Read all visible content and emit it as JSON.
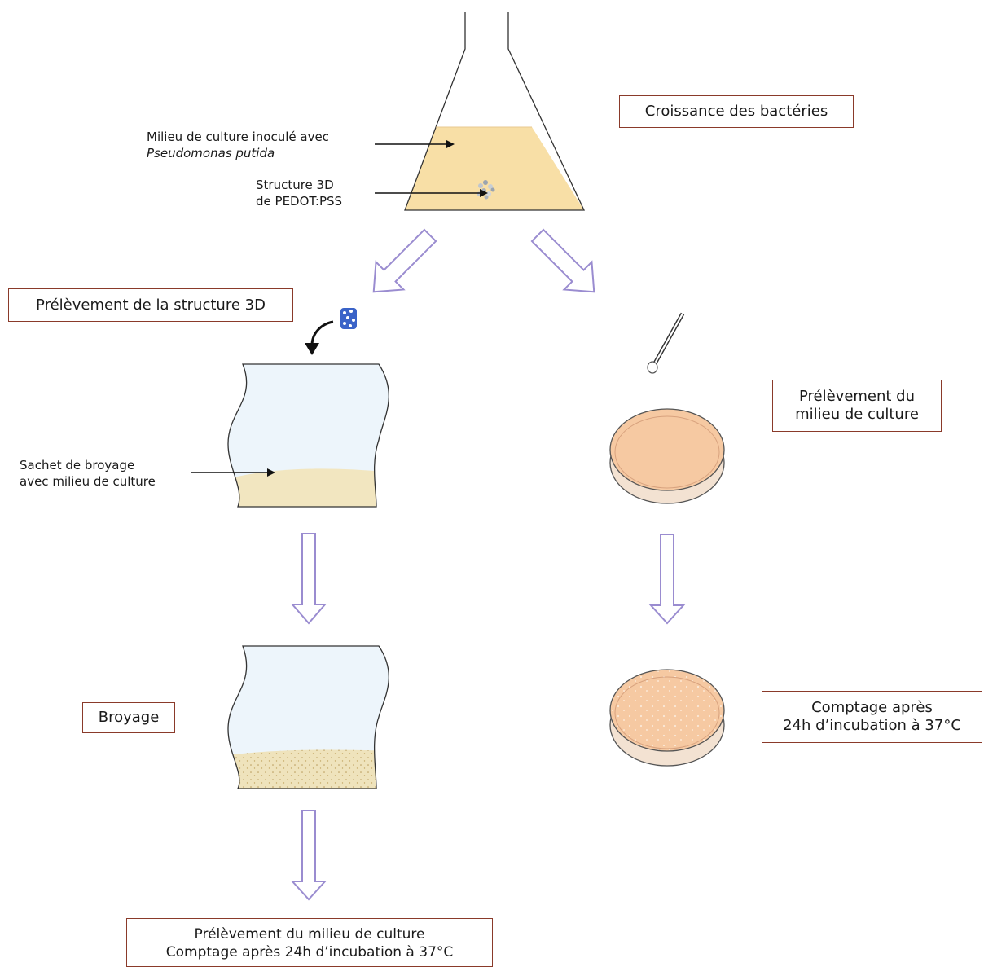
{
  "steps": {
    "growth": "Croissance des bactéries",
    "sampling_structure": "Prélèvement de la structure 3D",
    "sampling_medium_right_line1": "Prélèvement du",
    "sampling_medium_right_line2": "milieu de culture",
    "grinding": "Broyage",
    "count_right_line1": "Comptage après",
    "count_right_line2": "24h d’incubation à 37°C",
    "final_line1": "Prélèvement du milieu de culture",
    "final_line2": "Comptage après 24h d’incubation à 37°C"
  },
  "annotations": {
    "medium_line1": "Milieu de culture inoculé avec",
    "medium_line2": "Pseudomonas putida",
    "structure_line1": "Structure 3D",
    "structure_line2": "de PEDOT:PSS",
    "bag_line1": "Sachet de broyage",
    "bag_line2": "avec milieu de culture"
  },
  "colors": {
    "culture_medium": "#f8dfa6",
    "petri_agar": "#f6c9a2",
    "bag_fill": "#edf5fb",
    "bag_medium": "#f2e6c0",
    "flow_arrow": "#9a8cd0",
    "box_border": "#8a3a2a",
    "structure_blue": "#3a63c8"
  }
}
